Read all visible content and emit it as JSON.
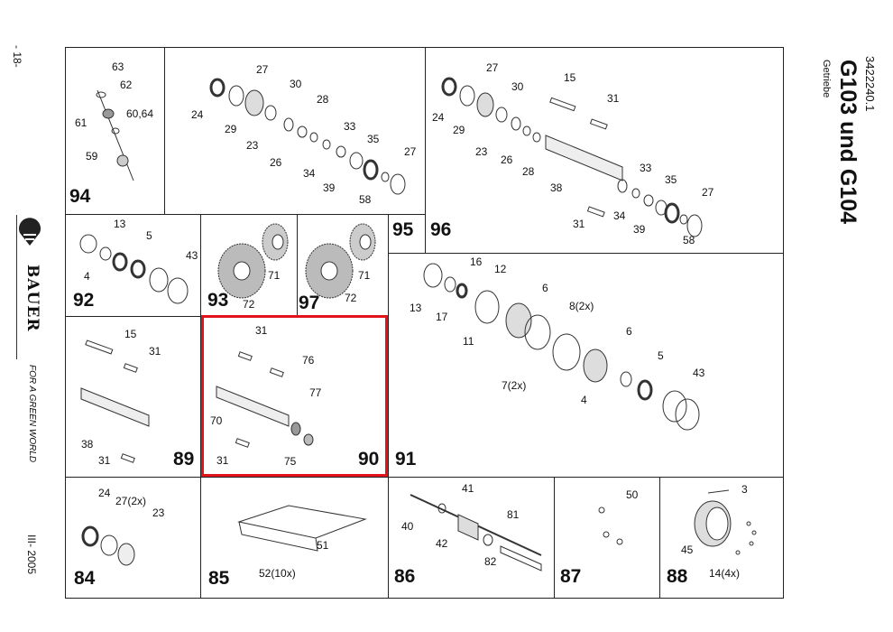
{
  "header": {
    "doc_number": "3422240.1",
    "title": "G103 und G104",
    "subtitle": "Getriebe"
  },
  "margin": {
    "page": "- 18-",
    "brand": "BAUER",
    "slogan": "FOR A GREEN WORLD",
    "date": "III- 2005"
  },
  "panels": {
    "p94": {
      "number": "94",
      "labels": [
        "63",
        "62",
        "61",
        "60,64",
        "59"
      ]
    },
    "p95": {
      "number": "95",
      "labels": [
        "27",
        "30",
        "28",
        "24",
        "29",
        "33",
        "23",
        "35",
        "26",
        "27",
        "34",
        "39",
        "58"
      ]
    },
    "p96": {
      "number": "96",
      "labels": [
        "27",
        "15",
        "30",
        "31",
        "24",
        "29",
        "23",
        "26",
        "28",
        "33",
        "38",
        "35",
        "27",
        "34",
        "31",
        "39",
        "58"
      ]
    },
    "p92": {
      "number": "92",
      "labels": [
        "13",
        "5",
        "43",
        "4"
      ]
    },
    "p93": {
      "number": "93",
      "labels": [
        "71",
        "72"
      ]
    },
    "p97": {
      "number": "97",
      "labels": [
        "71",
        "72"
      ]
    },
    "p91": {
      "number": "91",
      "labels": [
        "16",
        "12",
        "13",
        "6",
        "17",
        "8(2x)",
        "11",
        "6",
        "5",
        "43",
        "7(2x)",
        "4"
      ]
    },
    "p89": {
      "number": "89",
      "labels": [
        "15",
        "31",
        "38",
        "31"
      ]
    },
    "p90": {
      "number": "90",
      "labels": [
        "31",
        "76",
        "77",
        "70",
        "31",
        "75"
      ]
    },
    "p84": {
      "number": "84",
      "labels": [
        "24",
        "27(2x)",
        "23"
      ]
    },
    "p85": {
      "number": "85",
      "labels": [
        "51",
        "52(10x)"
      ]
    },
    "p86": {
      "number": "86",
      "labels": [
        "41",
        "40",
        "81",
        "42",
        "82"
      ]
    },
    "p87": {
      "number": "87",
      "labels": [
        "50"
      ]
    },
    "p88": {
      "number": "88",
      "labels": [
        "3",
        "45",
        "14(4x)"
      ]
    }
  },
  "colors": {
    "highlight": "#e0141a"
  }
}
